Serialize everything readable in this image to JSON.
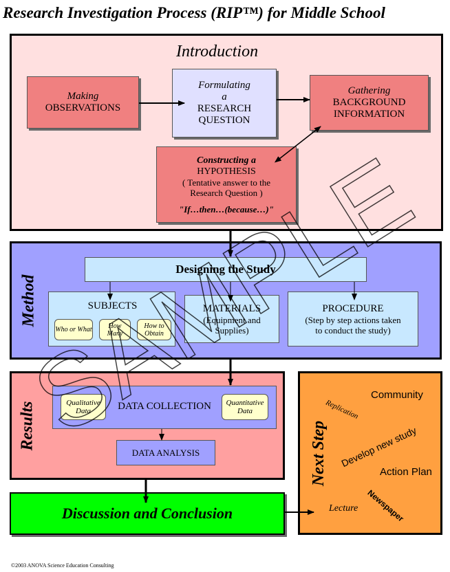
{
  "title": "Research Investigation Process (RIP™) for Middle School",
  "introduction": {
    "heading": "Introduction",
    "observations": {
      "line1": "Making",
      "line2": "OBSERVATIONS"
    },
    "question": {
      "line1": "Formulating",
      "line2": "a",
      "line3": "RESEARCH",
      "line4": "QUESTION"
    },
    "background": {
      "line1": "Gathering",
      "line2": "BACKGROUND",
      "line3": "INFORMATION"
    },
    "hypothesis": {
      "line1": "Constructing a",
      "line2": "HYPOTHESIS",
      "line3": "( Tentative answer to the",
      "line4": "Research Question )",
      "line5": "\"If…then…(because…)\""
    }
  },
  "method": {
    "label": "Method",
    "designing": "Designing  the Study",
    "subjects": {
      "heading": "SUBJECTS",
      "items": [
        "Who or What",
        "How Many",
        "How to Obtain"
      ]
    },
    "materials": {
      "heading": "MATERIALS",
      "line2": "(Equipment and",
      "line3": "Supplies)"
    },
    "procedure": {
      "heading": "PROCEDURE",
      "line2": "(Step by step actions taken",
      "line3": "to conduct the study)"
    }
  },
  "results": {
    "label": "Results",
    "data_collection": "DATA COLLECTION",
    "qualitative": "Qualitative Data",
    "quantitative": "Quantitative Data",
    "data_analysis": "DATA ANALYSIS"
  },
  "next_step": {
    "label": "Next Step",
    "items": {
      "replication": "Replication",
      "community": "Community",
      "develop": "Develop new study",
      "action_plan": "Action Plan",
      "newspaper": "Newspaper",
      "lecture": "Lecture"
    }
  },
  "discussion": "Discussion and Conclusion",
  "watermark": "SAMPLE",
  "copyright": "©2003 ANOVA Science Education Consulting",
  "colors": {
    "intro_bg": "#ffe0e0",
    "salmon": "#f08080",
    "lavender": "#e0e0ff",
    "method_bg": "#a0a0ff",
    "light_blue": "#c8e8ff",
    "results_bg": "#ffa0a0",
    "next_bg": "#ffa040",
    "green": "#00ff00",
    "pill": "#ffffcc"
  }
}
